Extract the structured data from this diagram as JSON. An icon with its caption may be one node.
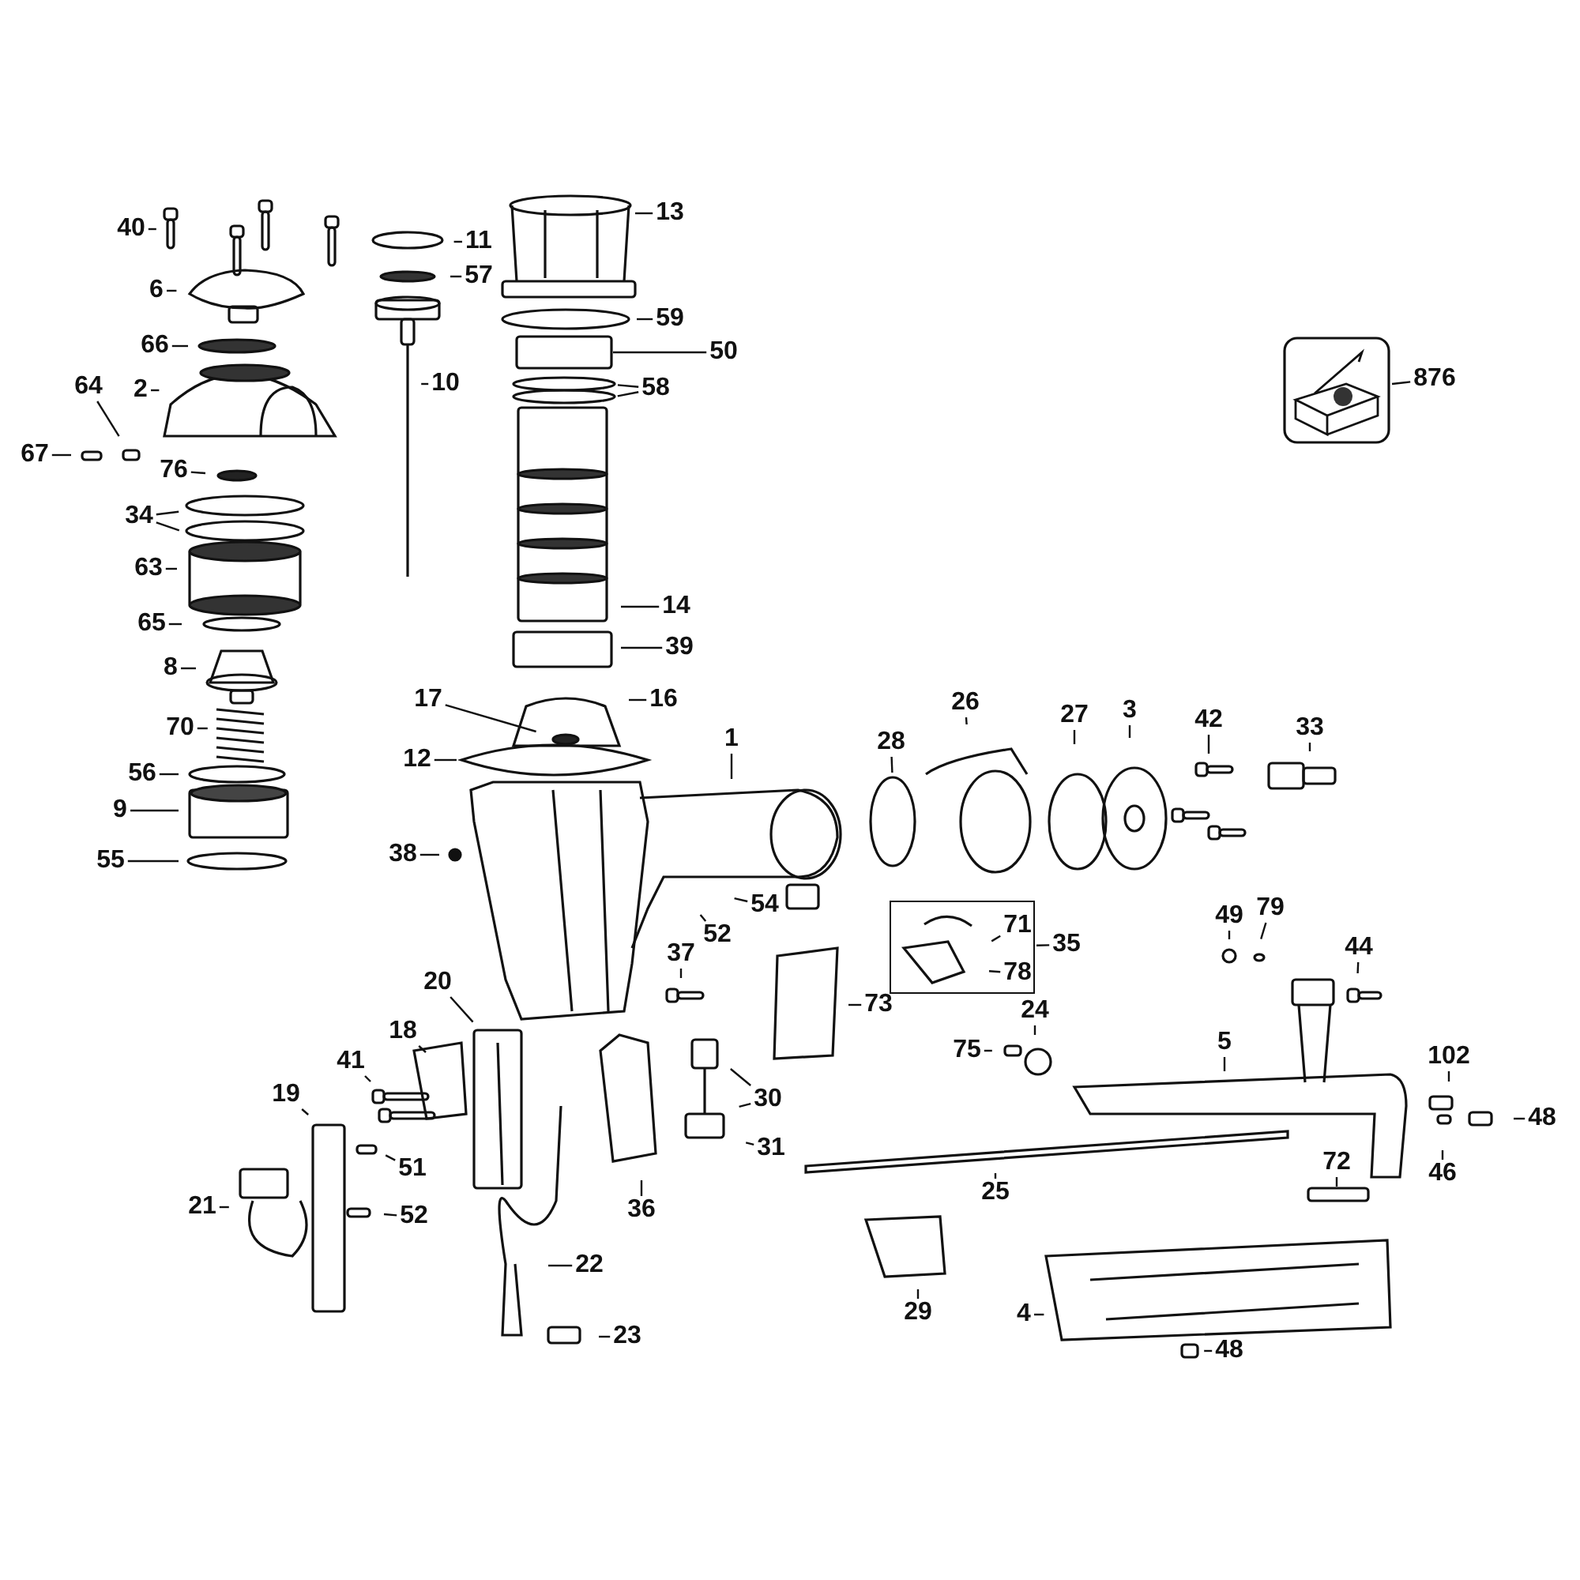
{
  "diagram": {
    "nodes": [
      {
        "text": [
          "40"
        ]
      },
      {
        "text": [
          "6"
        ]
      },
      {
        "text": [
          "66"
        ]
      },
      {
        "text": [
          "2"
        ]
      },
      {
        "text": [
          "64"
        ]
      },
      {
        "text": [
          "67"
        ]
      },
      {
        "text": [
          "76"
        ]
      },
      {
        "text": [
          "34"
        ]
      },
      {
        "text": [
          "63"
        ]
      },
      {
        "text": [
          "65"
        ]
      },
      {
        "text": [
          "8"
        ]
      },
      {
        "text": [
          "70"
        ]
      },
      {
        "text": [
          "56"
        ]
      },
      {
        "text": [
          "9"
        ]
      },
      {
        "text": [
          "55"
        ]
      },
      {
        "text": [
          "11"
        ]
      },
      {
        "text": [
          "57"
        ]
      },
      {
        "text": [
          "10"
        ]
      },
      {
        "text": [
          "13"
        ]
      },
      {
        "text": [
          "59"
        ]
      },
      {
        "text": [
          "50"
        ]
      },
      {
        "text": [
          "58"
        ]
      },
      {
        "text": [
          "14"
        ]
      },
      {
        "text": [
          "39"
        ]
      },
      {
        "text": [
          "16"
        ]
      },
      {
        "text": [
          "17"
        ]
      },
      {
        "text": [
          "12"
        ]
      },
      {
        "text": [
          "1"
        ]
      },
      {
        "text": [
          "876"
        ]
      },
      {
        "text": [],
        "shape": "picture"
      },
      {
        "text": [
          "28"
        ]
      },
      {
        "text": [
          "26"
        ]
      },
      {
        "text": [
          "27"
        ]
      },
      {
        "text": [
          "3"
        ]
      },
      {
        "text": [
          "42"
        ]
      },
      {
        "text": [
          "33"
        ]
      },
      {
        "text": [
          "38"
        ]
      },
      {
        "text": [
          "54"
        ]
      },
      {
        "text": [
          "52"
        ]
      },
      {
        "text": [
          "37"
        ]
      },
      {
        "text": [],
        "shape": "box"
      },
      {
        "text": [
          "71"
        ],
        "in": 40
      },
      {
        "text": [
          "78"
        ],
        "in": 40
      },
      {
        "text": [
          "35"
        ]
      },
      {
        "text": [
          "73"
        ]
      },
      {
        "text": [
          "49"
        ]
      },
      {
        "text": [
          "79"
        ]
      },
      {
        "text": [
          "44"
        ]
      },
      {
        "text": [
          "20"
        ]
      },
      {
        "text": [
          "18"
        ]
      },
      {
        "text": [
          "41"
        ]
      },
      {
        "text": [
          "24"
        ]
      },
      {
        "text": [
          "75"
        ]
      },
      {
        "text": [
          "5"
        ]
      },
      {
        "text": [
          "19"
        ]
      },
      {
        "text": [
          "102"
        ]
      },
      {
        "text": [
          "48"
        ]
      },
      {
        "text": [
          "51"
        ]
      },
      {
        "text": [
          "30"
        ]
      },
      {
        "text": [
          "31"
        ]
      },
      {
        "text": [
          "36"
        ]
      },
      {
        "text": [
          "46"
        ]
      },
      {
        "text": [
          "21"
        ]
      },
      {
        "text": [
          "52"
        ]
      },
      {
        "text": [
          "25"
        ]
      },
      {
        "text": [
          "72"
        ]
      },
      {
        "text": [
          "22"
        ]
      },
      {
        "text": [
          "29"
        ]
      },
      {
        "text": [
          "4"
        ]
      },
      {
        "text": [
          "23"
        ]
      },
      {
        "text": [
          "48"
        ]
      }
    ],
    "edges": [
      {
        "from": 0,
        "to": null,
        "arrow": "none"
      },
      {
        "from": 1,
        "to": null,
        "arrow": "none"
      },
      {
        "from": 2,
        "to": null,
        "arrow": "none"
      },
      {
        "from": 3,
        "to": null,
        "arrow": "none"
      },
      {
        "from": 4,
        "to": null,
        "arrow": "none"
      },
      {
        "from": 5,
        "to": null,
        "arrow": "none"
      },
      {
        "from": 6,
        "to": null,
        "arrow": "none"
      },
      {
        "from": 7,
        "to": null,
        "arrow": "none"
      },
      {
        "from": 7,
        "to": null,
        "arrow": "none"
      },
      {
        "from": 8,
        "to": null,
        "arrow": "none"
      },
      {
        "from": 9,
        "to": null,
        "arrow": "none"
      },
      {
        "from": 10,
        "to": null,
        "arrow": "none"
      },
      {
        "from": 11,
        "to": null,
        "arrow": "none"
      },
      {
        "from": 12,
        "to": null,
        "arrow": "none"
      },
      {
        "from": 13,
        "to": null,
        "arrow": "none"
      },
      {
        "from": 14,
        "to": null,
        "arrow": "none"
      },
      {
        "from": 15,
        "to": null,
        "arrow": "none"
      },
      {
        "from": 16,
        "to": null,
        "arrow": "none"
      },
      {
        "from": 17,
        "to": null,
        "arrow": "none"
      },
      {
        "from": 18,
        "to": null,
        "arrow": "none"
      },
      {
        "from": 19,
        "to": null,
        "arrow": "none"
      },
      {
        "from": 20,
        "to": null,
        "arrow": "none"
      },
      {
        "from": 21,
        "to": null,
        "arrow": "none"
      },
      {
        "from": 21,
        "to": null,
        "arrow": "none"
      },
      {
        "from": 22,
        "to": null,
        "arrow": "none"
      },
      {
        "from": 23,
        "to": null,
        "arrow": "none"
      },
      {
        "from": 24,
        "to": null,
        "arrow": "none"
      },
      {
        "from": 25,
        "to": null,
        "arrow": "none"
      },
      {
        "from": 26,
        "to": null,
        "arrow": "none"
      },
      {
        "from": 27,
        "to": null,
        "arrow": "none"
      },
      {
        "from": 28,
        "to": 29,
        "arrow": "none"
      },
      {
        "from": 30,
        "to": null,
        "arrow": "none"
      },
      {
        "from": 31,
        "to": null,
        "arrow": "none"
      },
      {
        "from": 32,
        "to": null,
        "arrow": "none"
      },
      {
        "from": 33,
        "to": null,
        "arrow": "none"
      },
      {
        "from": 34,
        "to": null,
        "arrow": "none"
      },
      {
        "from": 35,
        "to": null,
        "arrow": "none"
      },
      {
        "from": 36,
        "to": null,
        "arrow": "none"
      },
      {
        "from": 37,
        "to": null,
        "arrow": "none"
      },
      {
        "from": 38,
        "to": null,
        "arrow": "none"
      },
      {
        "from": 39,
        "to": null,
        "arrow": "none"
      },
      {
        "from": 41,
        "to": null,
        "arrow": "none"
      },
      {
        "from": 42,
        "to": null,
        "arrow": "none"
      },
      {
        "from": 43,
        "to": 40,
        "arrow": "none"
      },
      {
        "from": 44,
        "to": null,
        "arrow": "none"
      },
      {
        "from": 45,
        "to": null,
        "arrow": "none"
      },
      {
        "from": 46,
        "to": null,
        "arrow": "none"
      },
      {
        "from": 47,
        "to": null,
        "arrow": "none"
      },
      {
        "from": 48,
        "to": null,
        "arrow": "none"
      },
      {
        "from": 49,
        "to": null,
        "arrow": "none"
      },
      {
        "from": 50,
        "to": null,
        "arrow": "none"
      },
      {
        "from": 51,
        "to": null,
        "arrow": "none"
      },
      {
        "from": 52,
        "to": null,
        "arrow": "none"
      },
      {
        "from": 53,
        "to": null,
        "arrow": "none"
      },
      {
        "from": 54,
        "to": null,
        "arrow": "none"
      },
      {
        "from": 55,
        "to": null,
        "arrow": "none"
      },
      {
        "from": 56,
        "to": null,
        "arrow": "none"
      },
      {
        "from": 57,
        "to": null,
        "arrow": "none"
      },
      {
        "from": 58,
        "to": null,
        "arrow": "none"
      },
      {
        "from": 58,
        "to": null,
        "arrow": "none"
      },
      {
        "from": 59,
        "to": null,
        "arrow": "none"
      },
      {
        "from": 60,
        "to": null,
        "arrow": "none"
      },
      {
        "from": 61,
        "to": null,
        "arrow": "none"
      },
      {
        "from": 62,
        "to": null,
        "arrow": "none"
      },
      {
        "from": 63,
        "to": null,
        "arrow": "none"
      },
      {
        "from": 64,
        "to": null,
        "arrow": "none"
      },
      {
        "from": 65,
        "to": null,
        "arrow": "none"
      },
      {
        "from": 66,
        "to": null,
        "arrow": "none"
      },
      {
        "from": 67,
        "to": null,
        "arrow": "none"
      },
      {
        "from": 68,
        "to": null,
        "arrow": "none"
      },
      {
        "from": 69,
        "to": null,
        "arrow": "none"
      },
      {
        "from": 70,
        "to": null,
        "arrow": "none"
      }
    ]
  }
}
